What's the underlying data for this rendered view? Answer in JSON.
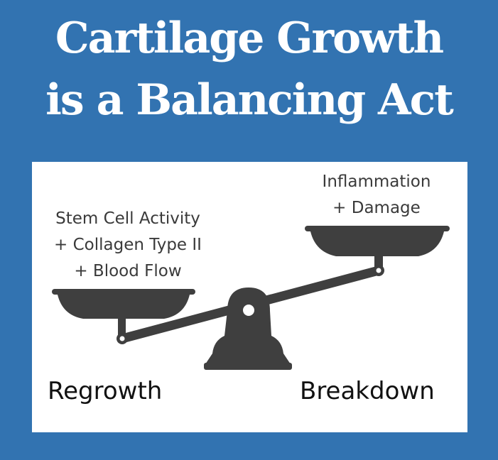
{
  "title": {
    "line1": "Cartilage Growth",
    "line2": "is a Balancing Act"
  },
  "left_pan": {
    "items": [
      "Stem Cell Activity",
      "+ Collagen Type II",
      "+ Blood Flow"
    ],
    "side_label": "Regrowth"
  },
  "right_pan": {
    "items": [
      "Inflammation",
      "+ Damage"
    ],
    "side_label": "Breakdown"
  },
  "colors": {
    "background": "#3273b1",
    "panel": "#ffffff",
    "scale": "#3f3f3f",
    "title_text": "#ffffff"
  },
  "icons": {
    "scale": "balance-scale-icon"
  }
}
